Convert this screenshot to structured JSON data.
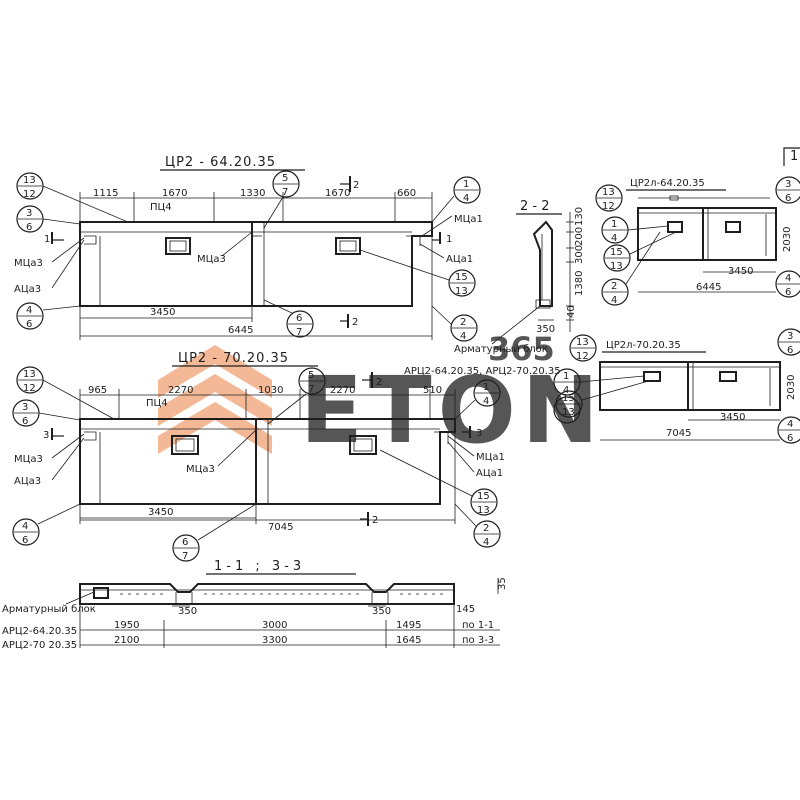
{
  "watermark": {
    "top": "365",
    "bottom": "ETON",
    "color": "#f0a274"
  },
  "titles": {
    "upper": "ЦР2 - 64.20.35",
    "lower": "ЦР2 - 70.20.35",
    "section_22": "2 - 2",
    "section_11_33": "1-1 ; 3-3",
    "right_upper": "ЦР2л-64.20.35",
    "right_lower": "ЦР2л-70.20.35",
    "corner": "1"
  },
  "labels": {
    "pts4": "ПЦ4",
    "mts1": "МЦа1",
    "mts3": "МЦа3",
    "ats1": "АЦа1",
    "ats3": "АЦа3",
    "arm_block": "Арматурный\nблок",
    "arm_block_models": "АРЦ2-64.20.35, АРЦ2-70.20.35",
    "arm_block_left": "Арматурный\nблок",
    "arc64": "АРЦ2-64.20.35",
    "arc70": "АРЦ2-70 20.35",
    "po11": "по 1-1",
    "po33": "по 3-3"
  },
  "marks": {
    "one": "1",
    "three": "3",
    "two": "2"
  },
  "dims": {
    "u1": "1115",
    "u2": "1670",
    "u3": "1330",
    "u4": "1670",
    "u5": "660",
    "u_half": "3450",
    "u_total": "6445",
    "l1": "965",
    "l2": "2270",
    "l3": "1030",
    "l4": "2270",
    "l5": "510",
    "l_half": "3450",
    "l_total": "7045",
    "s22_130": "130",
    "s22_200": "200",
    "s22_300": "300",
    "s22_1380": "1380",
    "s22_40": "40",
    "s22_350": "350",
    "r_h": "2030",
    "r_half": "3450",
    "r_6445": "6445",
    "r_7045": "7045",
    "b_35": "35",
    "b_350a": "350",
    "b_350b": "350",
    "b_145": "145",
    "b_1950": "1950",
    "b_3000": "3000",
    "b_1495": "1495",
    "b_2100": "2100",
    "b_3300": "3300",
    "b_1645": "1645"
  },
  "callouts": [
    [
      "13",
      "12"
    ],
    [
      "3",
      "6"
    ],
    [
      "1",
      "4"
    ],
    [
      "5",
      "7"
    ],
    [
      "15",
      "13"
    ],
    [
      "4",
      "6"
    ],
    [
      "6",
      "7"
    ],
    [
      "2",
      "4"
    ]
  ]
}
